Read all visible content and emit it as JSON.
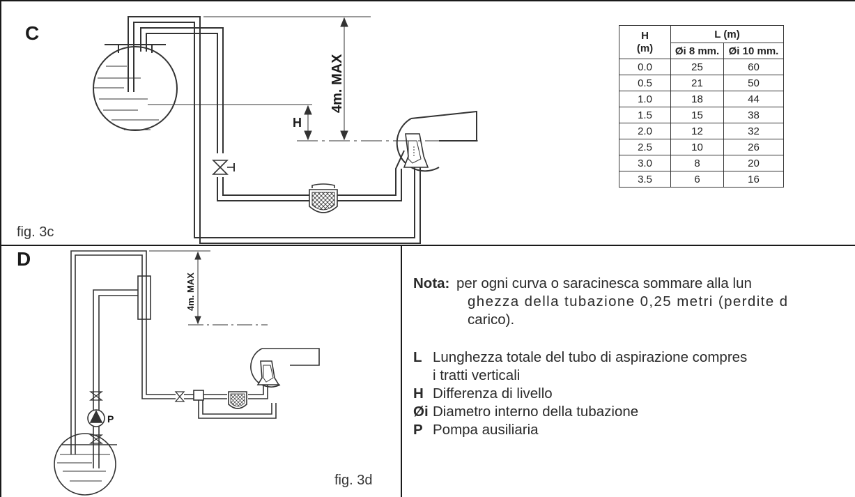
{
  "panel_c": {
    "letter": "C",
    "fig_label": "fig. 3c",
    "max_label": "4m. MAX",
    "h_label": "H"
  },
  "table": {
    "h_header": "H",
    "h_unit": "(m)",
    "l_header": "L (m)",
    "col1_header": "Øi 8 mm.",
    "col2_header": "Øi 10 mm.",
    "rows": [
      [
        "0.0",
        "25",
        "60"
      ],
      [
        "0.5",
        "21",
        "50"
      ],
      [
        "1.0",
        "18",
        "44"
      ],
      [
        "1.5",
        "15",
        "38"
      ],
      [
        "2.0",
        "12",
        "32"
      ],
      [
        "2.5",
        "10",
        "26"
      ],
      [
        "3.0",
        "8",
        "20"
      ],
      [
        "3.5",
        "6",
        "16"
      ]
    ]
  },
  "panel_d": {
    "letter": "D",
    "fig_label": "fig. 3d",
    "max_label": "4m. MAX",
    "pump_label": "P"
  },
  "notes": {
    "nota_head": "Nota:",
    "nota_line1": "per ogni curva o saracinesca sommare alla lun",
    "nota_line2": "ghezza della tubazione 0,25 metri (perdite d",
    "nota_line3": "carico).",
    "legend": [
      {
        "key": "L",
        "text1": "Lunghezza totale del tubo di aspirazione compres",
        "text2": "i tratti verticali"
      },
      {
        "key": "H",
        "text1": "Differenza di livello",
        "text2": ""
      },
      {
        "key": "Øi",
        "text1": "Diametro interno della tubazione",
        "text2": ""
      },
      {
        "key": "P",
        "text1": "Pompa ausiliaria",
        "text2": ""
      }
    ]
  }
}
